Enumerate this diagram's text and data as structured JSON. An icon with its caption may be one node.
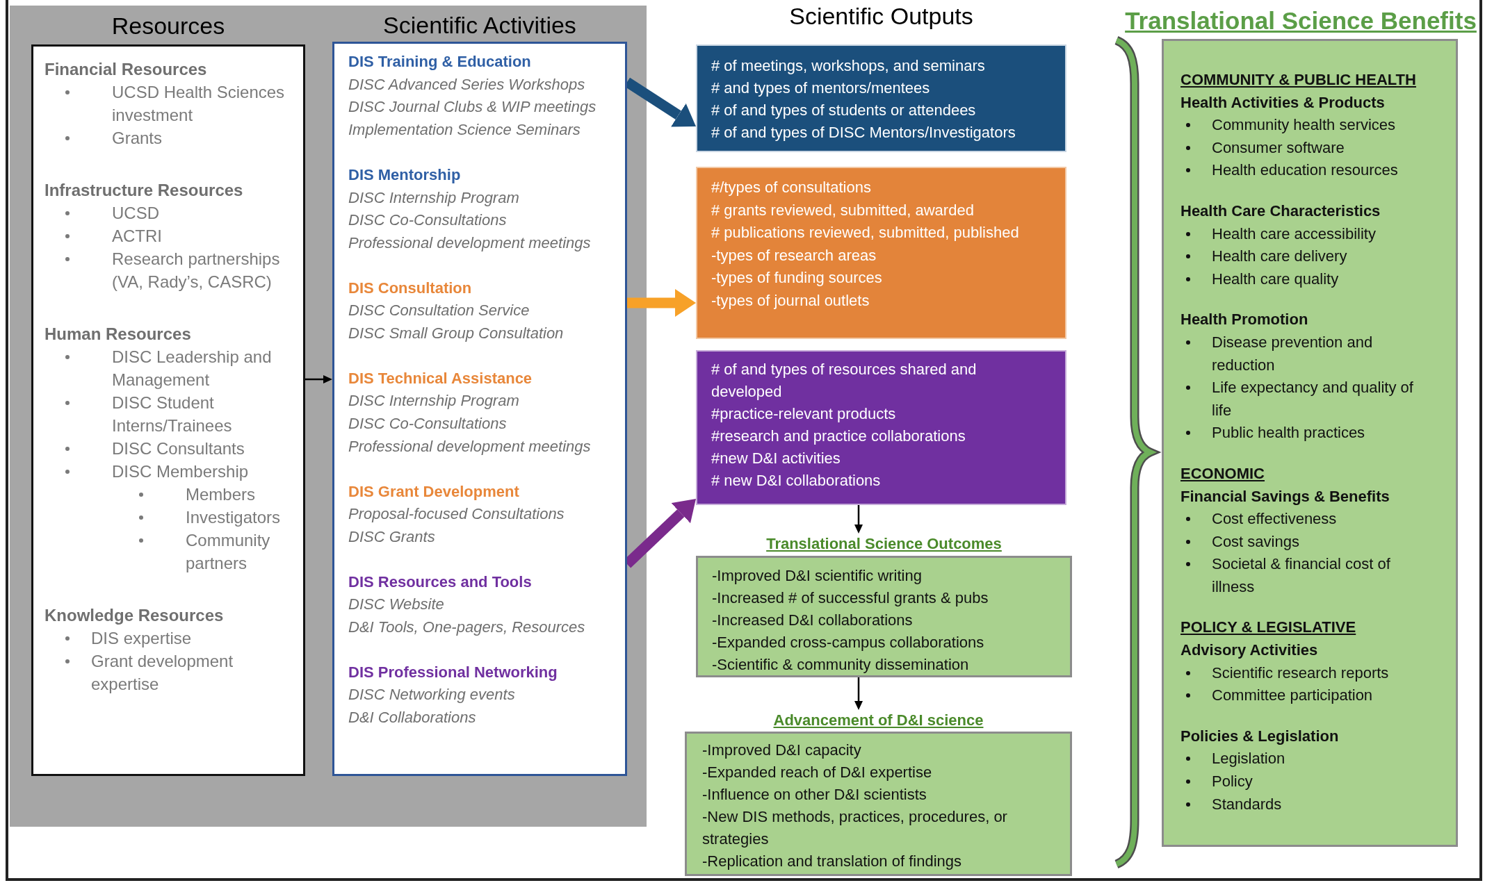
{
  "diagram": {
    "nodes": [
      {
        "text": [
          "Resources",
          "Financial Resources",
          "UCSD Health Sciences investment",
          "Grants",
          "Infrastructure Resources",
          "UCSD",
          "ACTRI",
          "Research partnerships (VA, Rady’s, CASRC)",
          "Human Resources",
          "DISC Leadership and Management",
          "DISC Student Interns/Trainees",
          "DISC Consultants",
          "DISC Membership",
          "Members",
          "Investigators",
          "Community partners",
          "Knowledge Resources",
          "DIS expertise",
          "Grant development expertise"
        ]
      },
      {
        "text": [
          "Scientific Activities",
          "DIS Training & Education",
          "DISC Advanced Series Workshops",
          "DISC Journal Clubs & WIP meetings",
          "Implementation Science Seminars",
          "DIS Mentorship",
          "DISC Internship Program",
          "DISC Co-Consultations",
          "Professional development meetings",
          "DIS Consultation",
          "DISC Consultation Service",
          "DISC Small Group Consultation",
          "DIS Technical Assistance",
          "DISC Internship Program",
          "DISC Co-Consultations",
          "Professional development meetings",
          "DIS Grant Development",
          "Proposal-focused Consultations",
          "DISC Grants",
          "DIS Resources and Tools",
          "DISC Website",
          "D&I Tools, One-pagers, Resources",
          "DIS Professional Networking",
          "DISC Networking events",
          "D&I Collaborations"
        ]
      },
      {
        "text": [
          "# of meetings, workshops, and seminars",
          "# and types of mentors/mentees",
          "# of and types of students or attendees",
          "# of and types of DISC Mentors/Investigators"
        ]
      },
      {
        "text": [
          "#/types of consultations",
          "# grants reviewed, submitted, awarded",
          "# publications reviewed, submitted, published",
          "-types of research areas",
          "-types of funding sources",
          "-types of journal outlets"
        ]
      },
      {
        "text": [
          "# of and types of resources shared and developed",
          "#practice-relevant products",
          "#research and practice collaborations",
          "#new D&I activities",
          "# new D&I collaborations"
        ]
      },
      {
        "text": [
          "Translational Science Outcomes",
          "-Improved D&I scientific writing",
          "-Increased # of successful grants & pubs",
          "-Increased D&I collaborations",
          "-Expanded cross-campus collaborations",
          "-Scientific & community dissemination"
        ]
      },
      {
        "text": [
          "Advancement of D&I science",
          "-Improved D&I capacity",
          "-Expanded reach of D&I expertise",
          "-Influence on other D&I scientists",
          "-New DIS methods, practices, procedures, or strategies",
          "-Replication and translation of findings"
        ]
      },
      {
        "text": [
          "Translational Science Benefits",
          "COMMUNITY & PUBLIC HEALTH",
          "Health Activities & Products",
          "Community health services",
          "Consumer software",
          "Health education resources",
          "Health Care Characteristics",
          "Health care accessibility",
          "Health care delivery",
          "Health care quality",
          "Health Promotion",
          "Disease prevention and reduction",
          "Life expectancy and quality of life",
          "Public health practices",
          "ECONOMIC",
          "Financial Savings & Benefits",
          "Cost effectiveness",
          "Cost savings",
          "Societal & financial cost of illness",
          "POLICY & LEGISLATIVE",
          "Advisory Activities",
          "Scientific research reports",
          "Committee participation",
          "Policies & Legislation",
          "Legislation",
          "Policy",
          "Standards"
        ]
      }
    ],
    "edges": [
      {
        "from": 0,
        "to": 1,
        "arrow": "to"
      },
      {
        "from": 1,
        "to": 2,
        "arrow": "to",
        "style": "thick",
        "color": "#1b4f7c"
      },
      {
        "from": 1,
        "to": 3,
        "arrow": "to",
        "style": "thick",
        "color": "#f7a128"
      },
      {
        "from": 1,
        "to": 4,
        "arrow": "to",
        "style": "thick",
        "color": "#7a2a8c"
      },
      {
        "from": 4,
        "to": 5,
        "arrow": "to"
      },
      {
        "from": 5,
        "to": 6,
        "arrow": "to"
      }
    ],
    "labels": [
      "Scientific Outputs"
    ]
  }
}
